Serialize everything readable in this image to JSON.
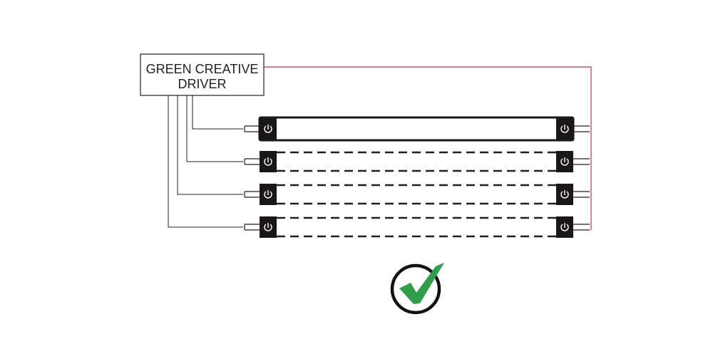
{
  "driver": {
    "label_line1": "GREEN CREATIVE",
    "label_line2": "DRIVER"
  },
  "tubes": [
    {
      "state": "lit"
    },
    {
      "state": "unlit"
    },
    {
      "state": "unlit"
    },
    {
      "state": "unlit"
    }
  ],
  "status": {
    "icon": "checkmark-icon",
    "meaning": "correct"
  },
  "colors": {
    "line": "#231f20",
    "return_wire": "#c8323c",
    "check_green": "#2f9e48",
    "check_ring": "#111111"
  }
}
